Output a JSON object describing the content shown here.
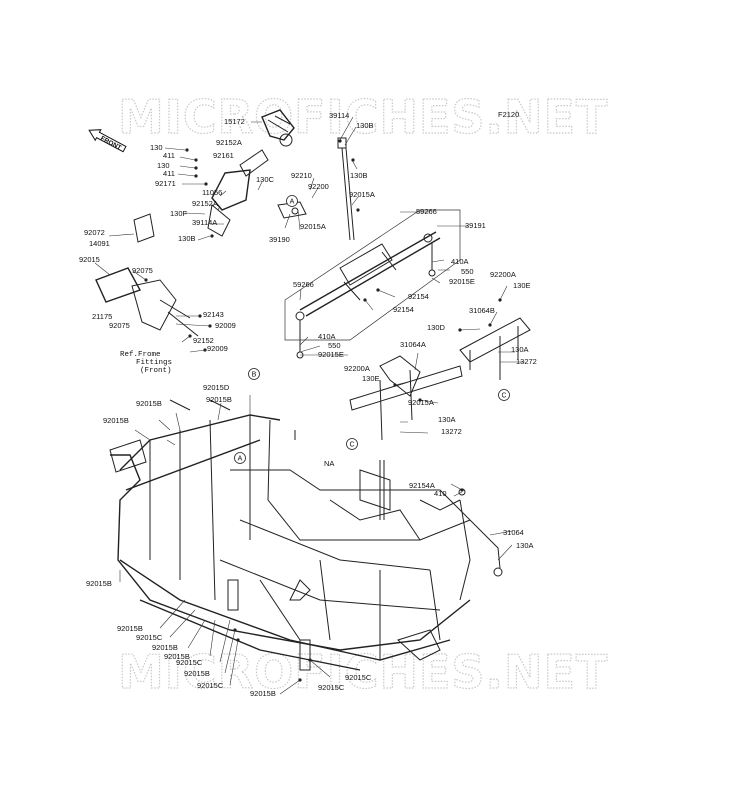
{
  "diagram": {
    "code": "F2120",
    "front_badge": "FRONT",
    "watermark": "MICROFICHES.NET",
    "note_na": "NA",
    "ref_note": [
      "Ref.Frome",
      "Fittings",
      "(Front)"
    ],
    "callouts": [
      "A",
      "B",
      "C"
    ],
    "labels": [
      "15172",
      "39114",
      "130B",
      "130",
      "92152A",
      "411",
      "92161",
      "130",
      "411",
      "92171",
      "11056",
      "92152A",
      "130F",
      "39114A",
      "130B",
      "130C",
      "92210",
      "92200",
      "39190",
      "92015A",
      "130B",
      "92015A",
      "59266",
      "39191",
      "410A",
      "550",
      "92015E",
      "92072",
      "14091",
      "92015",
      "92075",
      "21175",
      "92075",
      "92143",
      "92009",
      "92152",
      "92009",
      "59266",
      "92154",
      "92154",
      "410A",
      "550",
      "92015E",
      "92200A",
      "130E",
      "31064B",
      "130D",
      "130A",
      "13272",
      "31064A",
      "92200A",
      "130E",
      "92015A",
      "130A",
      "13272",
      "92015D",
      "92015B",
      "92015B",
      "92015B",
      "92154A",
      "410",
      "31064",
      "130A",
      "92015B",
      "92015B",
      "92015C",
      "92015B",
      "92015B",
      "92015C",
      "92015B",
      "92015C",
      "92015B",
      "92015C",
      "92015C"
    ]
  }
}
